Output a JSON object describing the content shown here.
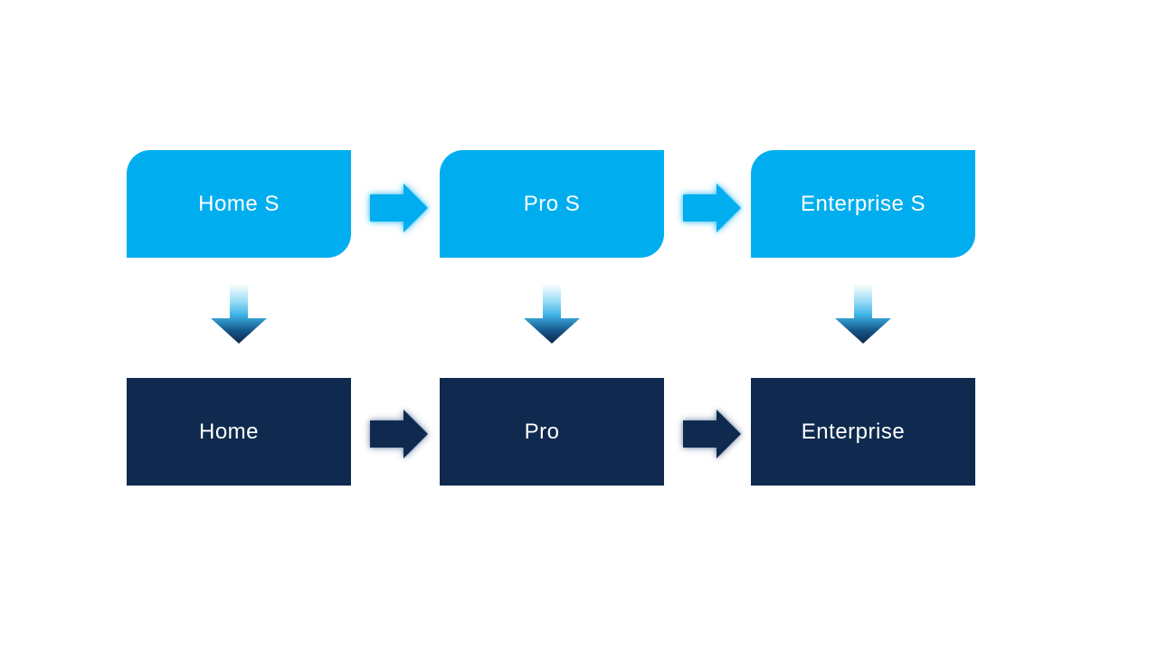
{
  "page": {
    "background": "#FFFFFF"
  },
  "colors": {
    "page_bg": "#FFFFFF",
    "cyan": "#00AEEF",
    "navy": "#0F2A4E",
    "label": "#FFFFFF",
    "cyan_glow": "rgba(0,174,239,0.5)",
    "navy_glow": "rgba(64,96,140,0.45)",
    "down_gradient_top": "#FFFFFF",
    "down_gradient_light": "#9EDFF7",
    "down_gradient_mid": "#3FB3E6",
    "down_gradient_deep": "#15578C",
    "down_gradient_bottom": "#0E2747"
  },
  "diagram": {
    "columns": [
      {
        "top_label": "Home S",
        "bottom_label": "Home"
      },
      {
        "top_label": "Pro S",
        "bottom_label": "Pro"
      },
      {
        "top_label": "Enterprise S",
        "bottom_label": "Enterprise"
      }
    ]
  }
}
